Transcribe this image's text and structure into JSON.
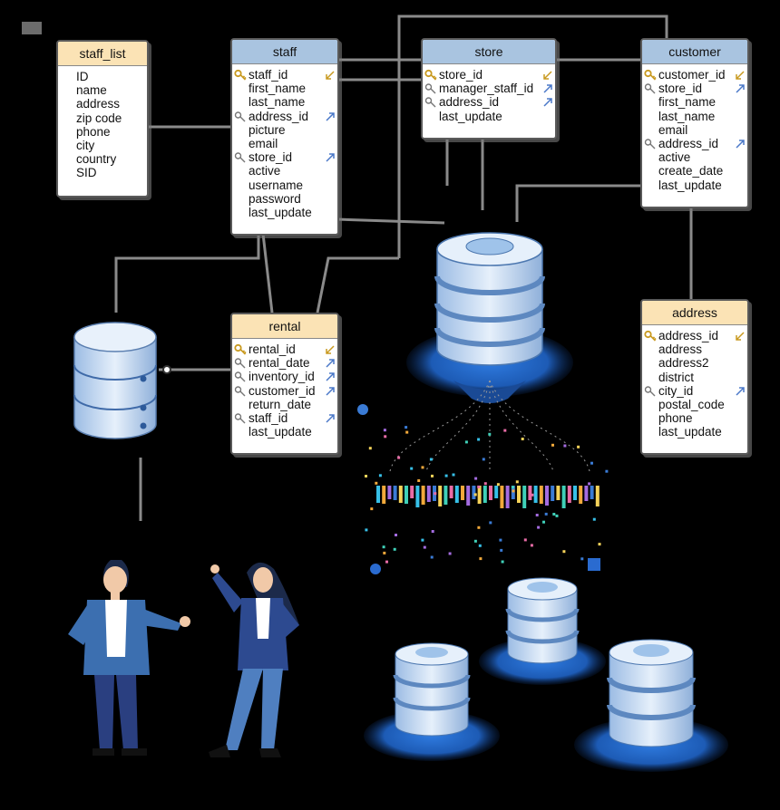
{
  "tables": {
    "staff_list": {
      "title": "staff_list",
      "rows": [
        "ID",
        "name",
        "address",
        "zip code",
        "phone",
        "city",
        "country",
        "SID"
      ]
    },
    "staff": {
      "title": "staff",
      "rows": [
        "staff_id",
        "first_name",
        "last_name",
        "address_id",
        "picture",
        "email",
        "store_id",
        "active",
        "username",
        "password",
        "last_update"
      ]
    },
    "store": {
      "title": "store",
      "rows": [
        "store_id",
        "manager_staff_id",
        "address_id",
        "last_update"
      ]
    },
    "customer": {
      "title": "customer",
      "rows": [
        "customer_id",
        "store_id",
        "first_name",
        "last_name",
        "email",
        "address_id",
        "active",
        "create_date",
        "last_update"
      ]
    },
    "rental": {
      "title": "rental",
      "rows": [
        "rental_id",
        "rental_date",
        "inventory_id",
        "customer_id",
        "return_date",
        "staff_id",
        "last_update"
      ]
    },
    "address": {
      "title": "address",
      "rows": [
        "address_id",
        "address",
        "address2",
        "district",
        "city_id",
        "postal_code",
        "phone",
        "last_update"
      ]
    }
  },
  "colors": {
    "header_blue": "#a9c4e0",
    "header_orange": "#fbe3b5",
    "connector": "#8a8a8a",
    "key_gold": "#d8b040",
    "fk_blue": "#4a78c8",
    "db_light": "#cfe0f5",
    "db_dark": "#2a6bbf"
  },
  "icons": [
    "primary-key-icon",
    "foreign-key-icon",
    "database-icon",
    "server-stack-icon",
    "person-icon"
  ]
}
